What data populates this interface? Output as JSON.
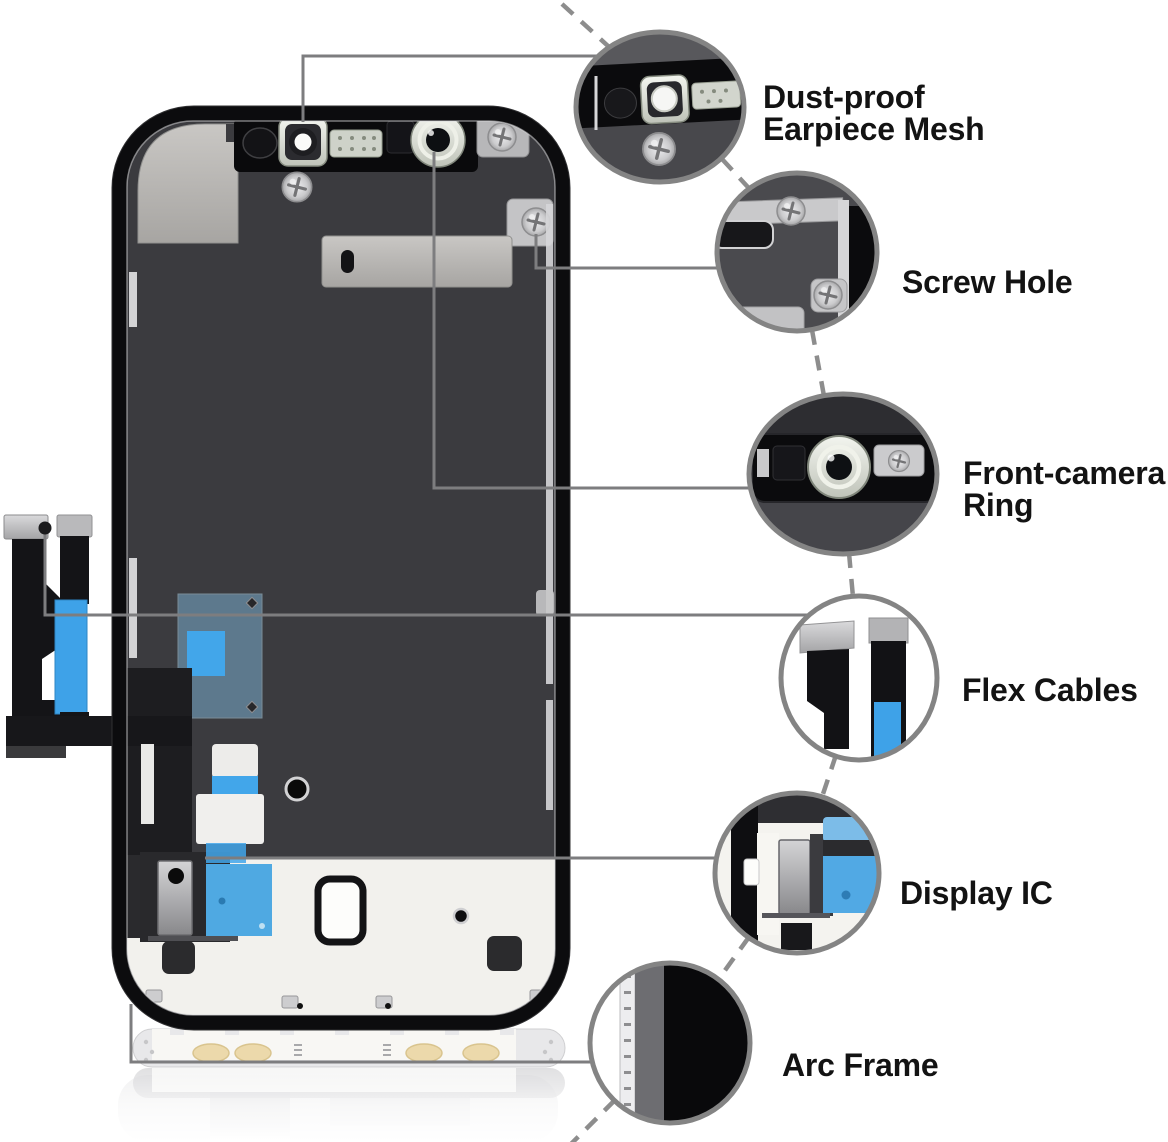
{
  "figure": {
    "background_color": "#ffffff",
    "label_text_color": "#131313",
    "callout_ring_color": "#848484",
    "leader_line_color": "#7d7d7f",
    "dashed_line_color": "#8d8d8d",
    "flex_tape_blue": "#3ea2e8",
    "phone_plate_color": "#3b3b3f",
    "callouts": [
      {
        "id": "dust-proof-earpiece-mesh",
        "lines": [
          "Dust-proof",
          "Earpiece Mesh"
        ]
      },
      {
        "id": "screw-hole",
        "lines": [
          "Screw Hole"
        ]
      },
      {
        "id": "front-camera-ring",
        "lines": [
          "Front-camera",
          "Ring"
        ]
      },
      {
        "id": "flex-cables",
        "lines": [
          "Flex Cables"
        ]
      },
      {
        "id": "display-ic",
        "lines": [
          "Display IC"
        ]
      },
      {
        "id": "arc-frame",
        "lines": [
          "Arc Frame"
        ]
      }
    ]
  }
}
